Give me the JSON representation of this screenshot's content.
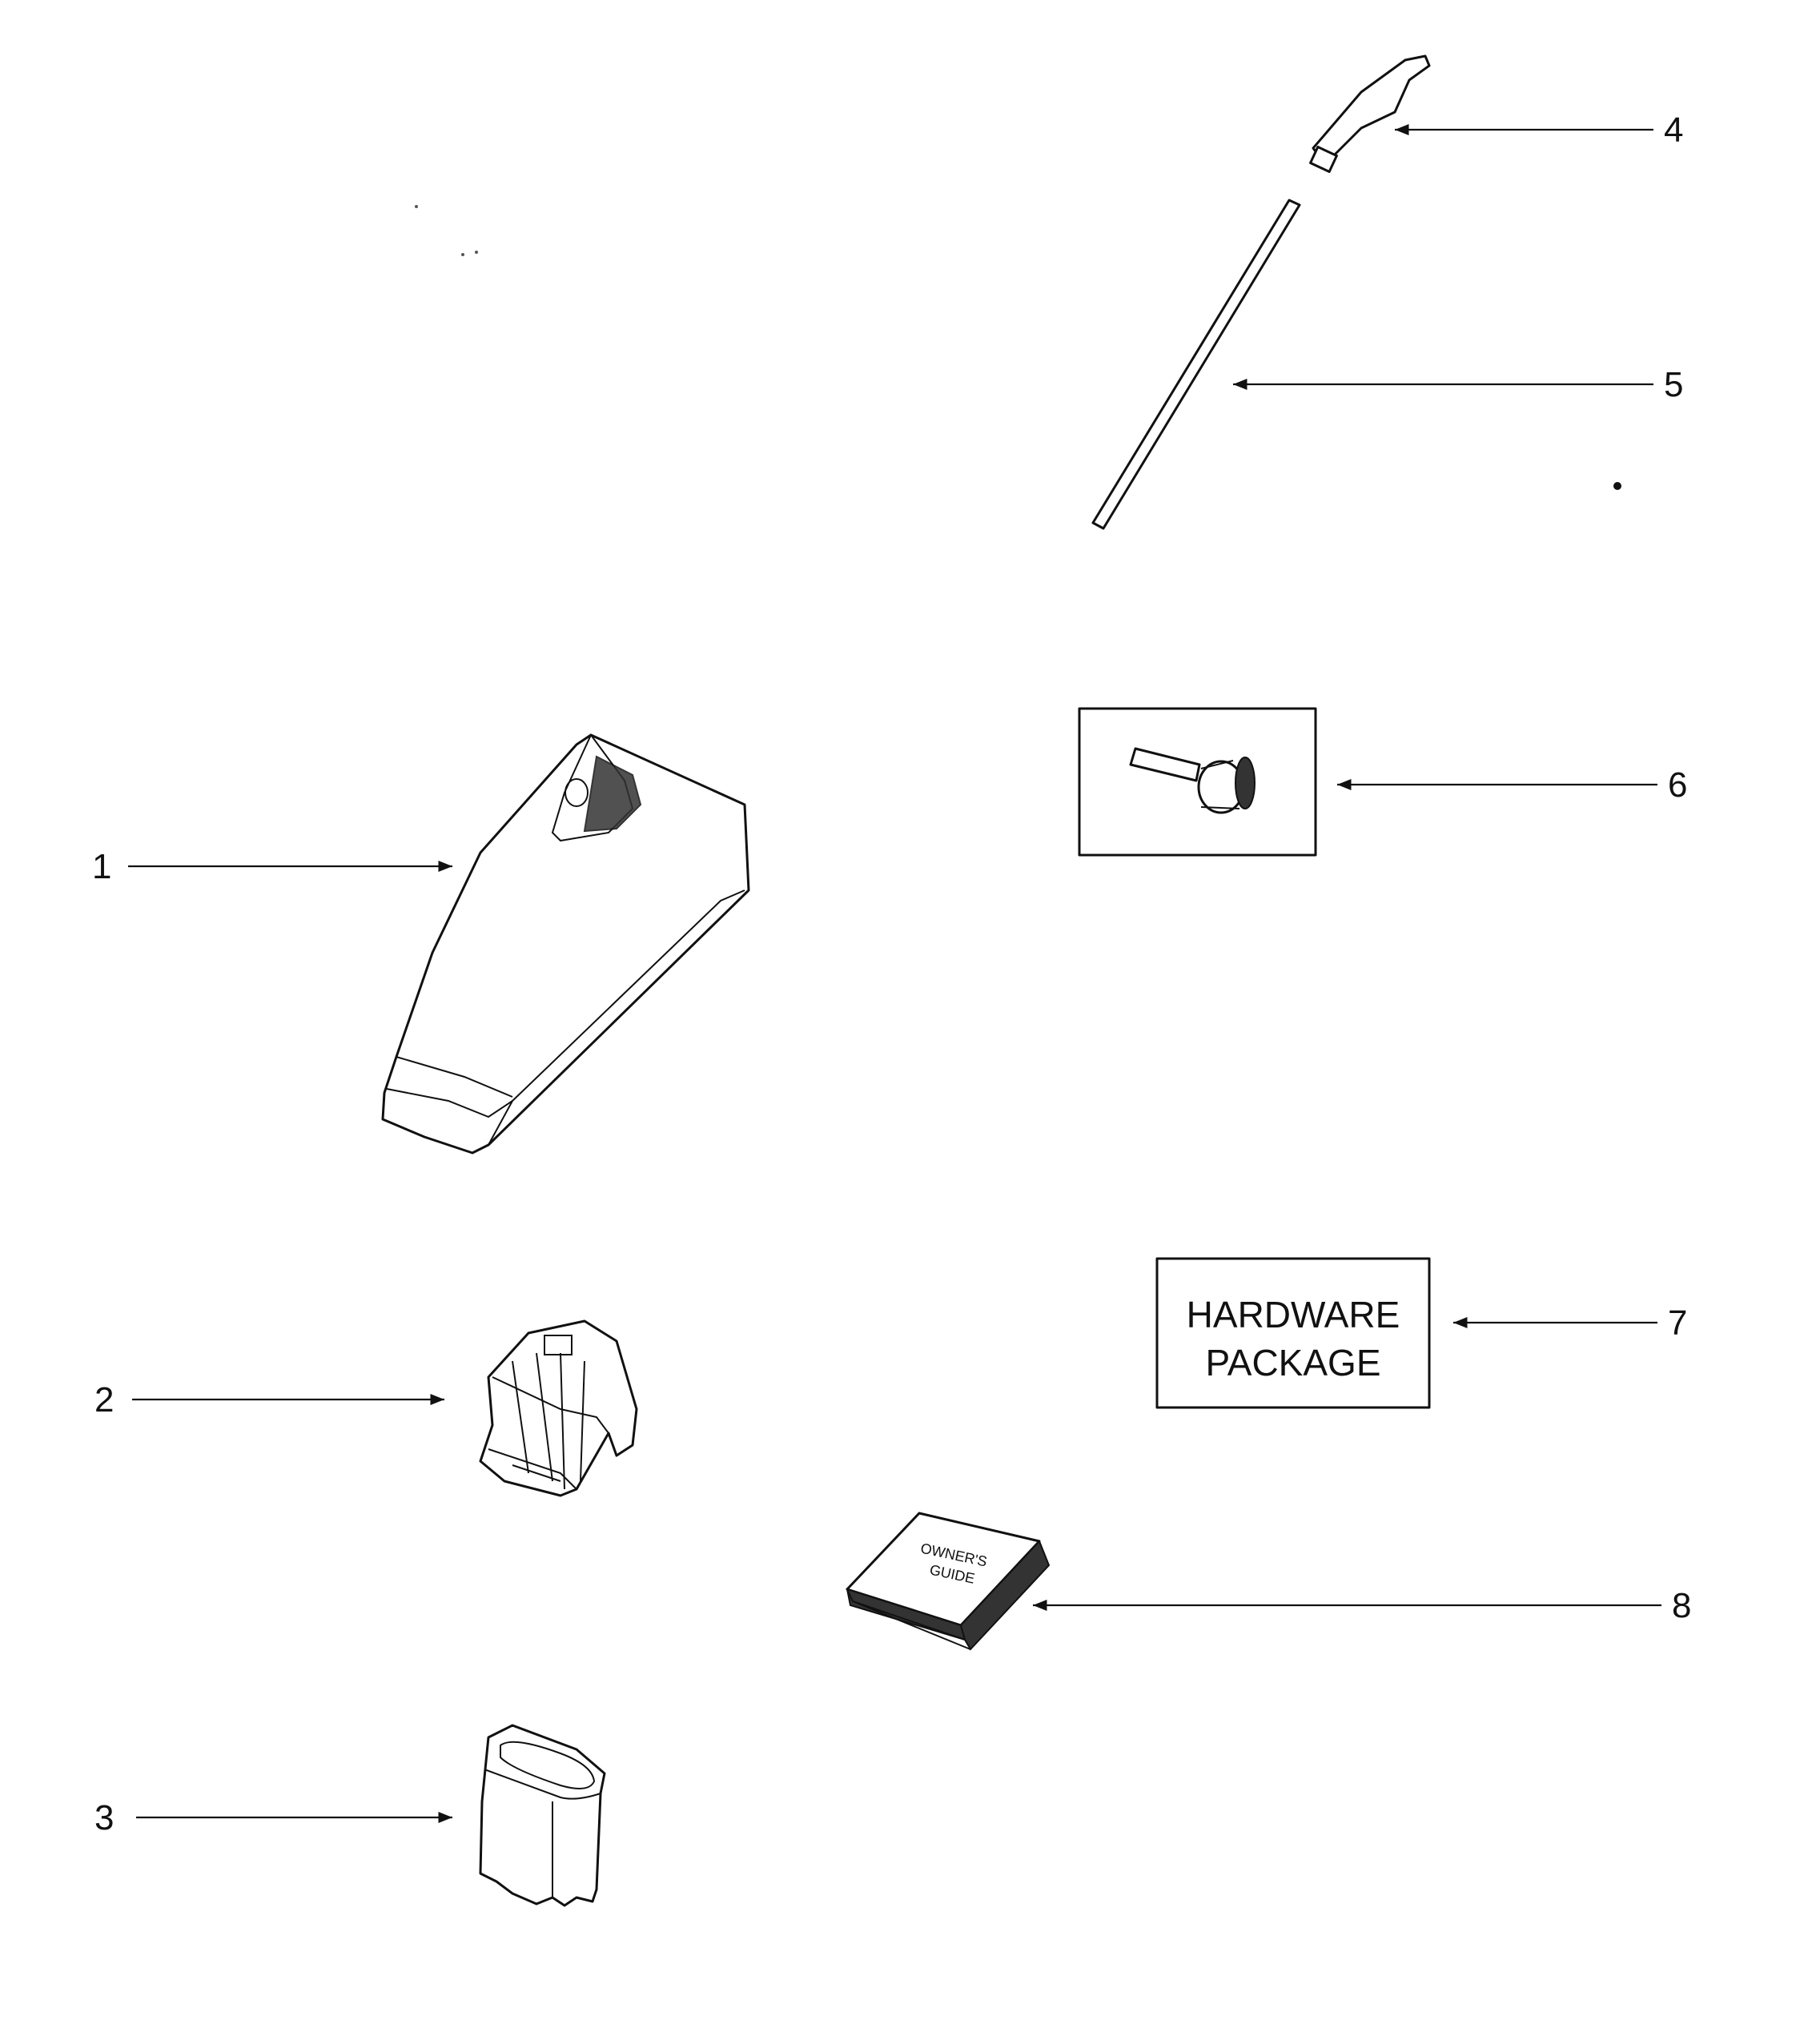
{
  "callouts": [
    "1",
    "2",
    "3",
    "4",
    "5",
    "6",
    "7",
    "8"
  ],
  "hardware_box": {
    "line1": "HARDWARE",
    "line2": "PACKAGE"
  },
  "guide_book": {
    "line1": "OWNER'S",
    "line2": "GUIDE"
  }
}
